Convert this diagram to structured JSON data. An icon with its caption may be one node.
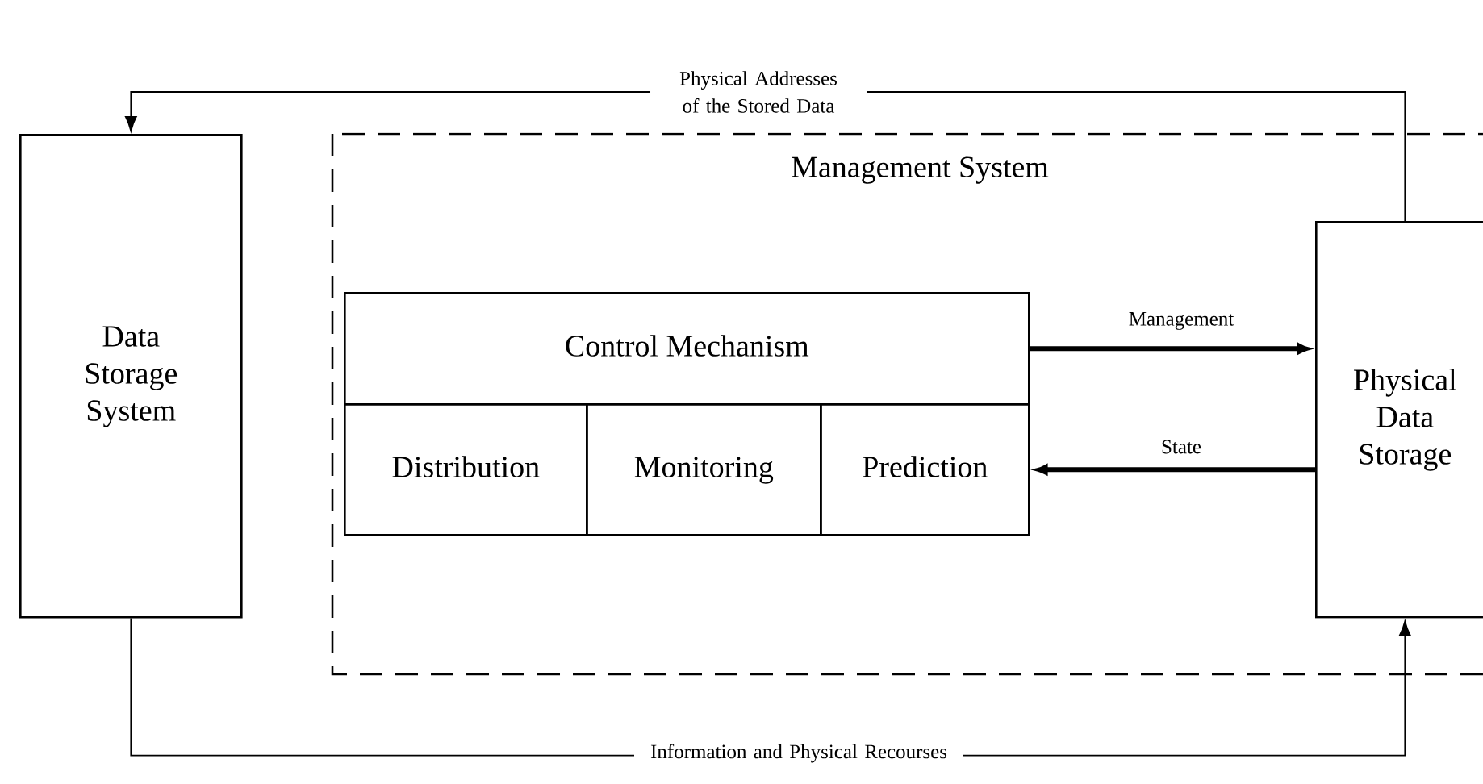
{
  "diagram": {
    "nodes": [
      {
        "text": [
          "Data Storage System"
        ]
      },
      {
        "text": [
          "Management System"
        ]
      },
      {
        "text": [
          "Control Mechanism"
        ],
        "in": 1
      },
      {
        "text": [
          "Distribution"
        ],
        "in": 1
      },
      {
        "text": [
          "Monitoring"
        ],
        "in": 1
      },
      {
        "text": [
          "Prediction"
        ],
        "in": 1
      },
      {
        "text": [
          "Physical Data Storage"
        ],
        "in": 1
      }
    ],
    "edges": [
      {
        "from": 6,
        "to": 0,
        "arrow": "to",
        "label": "Physical Addresses of the Stored Data"
      },
      {
        "from": 0,
        "to": 6,
        "arrow": "to",
        "label": "Information and Physical Recourses"
      },
      {
        "from": 2,
        "to": 6,
        "arrow": "to",
        "label": "Management",
        "style": "thick"
      },
      {
        "from": 6,
        "to": 5,
        "arrow": "to",
        "label": "State",
        "style": "thick"
      }
    ]
  }
}
